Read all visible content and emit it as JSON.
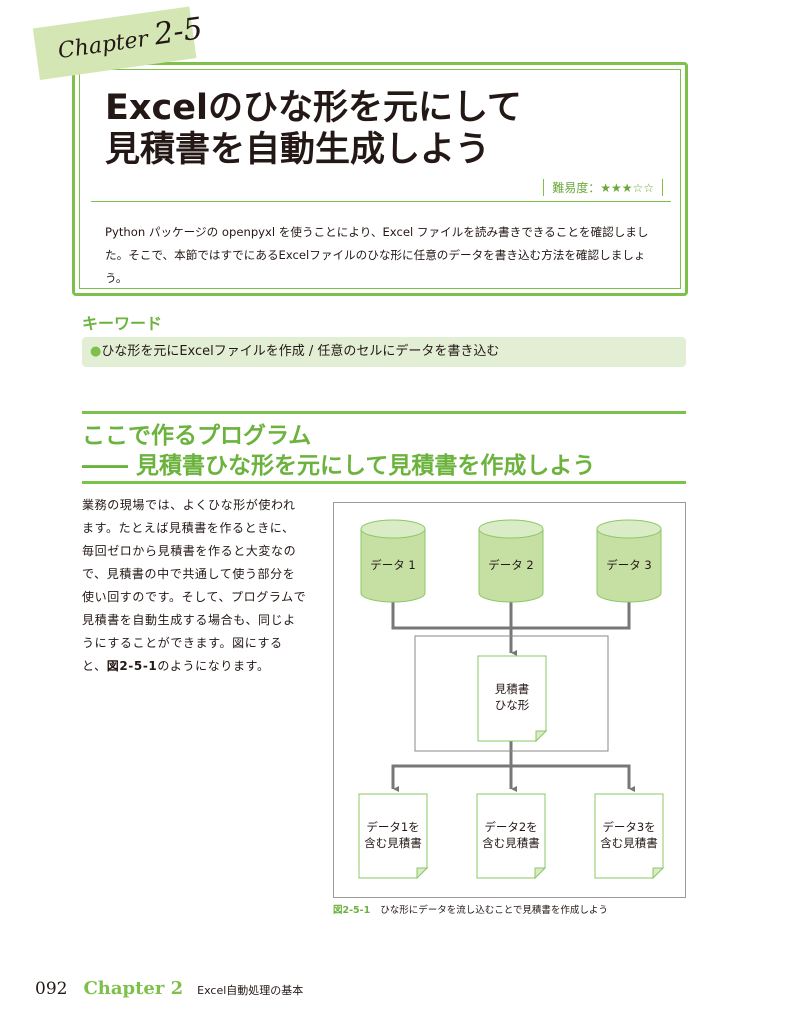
{
  "chapter_tab": {
    "label": "Chapter",
    "number": "2-5"
  },
  "title": {
    "line1": "Excelのひな形を元にして",
    "line2": "見積書を自動生成しよう"
  },
  "difficulty": {
    "label": "難易度：★★★☆☆",
    "stars": 3,
    "max": 5
  },
  "intro": "Python パッケージの openpyxl を使うことにより、Excel ファイルを読み書きできることを確認しました。そこで、本節ではすでにあるExcelファイルのひな形に任意のデータを書き込む方法を確認しましょう。",
  "keywords": {
    "heading": "キーワード",
    "bullet": "●",
    "text": "ひな形を元にExcelファイルを作成 / 任意のセルにデータを書き込む"
  },
  "section": {
    "line1": "ここで作るプログラム",
    "line2": "―― 見積書ひな形を元にして見積書を作成しよう"
  },
  "body": {
    "text": "業務の現場では、よくひな形が使われます。たとえば見積書を作るときに、毎回ゼロから見積書を作ると大変なので、見積書の中で共通して使う部分を使い回すのです。そして、プログラムで見積書を自動生成する場合も、同じようにすることができます。図にすると、",
    "ref": "図2-5-1",
    "tail": "のようになります。"
  },
  "figure": {
    "data": [
      "データ 1",
      "データ 2",
      "データ 3"
    ],
    "template": [
      "見積書",
      "ひな形"
    ],
    "outputs": [
      [
        "データ1を",
        "含む見積書"
      ],
      [
        "データ2を",
        "含む見積書"
      ],
      [
        "データ3を",
        "含む見積書"
      ]
    ],
    "caption_num": "図2-5-1",
    "caption": "ひな形にデータを流し込むことで見積書を作成しよう"
  },
  "footer": {
    "page": "092",
    "chapter": "Chapter 2",
    "title": "Excel自動処理の基本"
  },
  "colors": {
    "accent": "#7dc04a",
    "fill": "#c6e0a4",
    "tab": "#d3e6b4"
  }
}
